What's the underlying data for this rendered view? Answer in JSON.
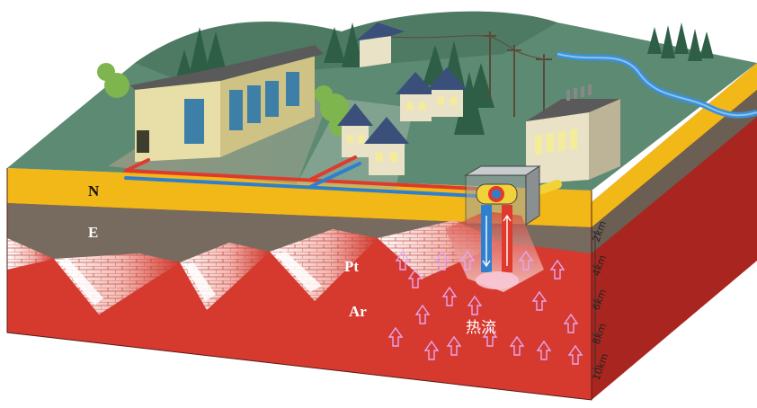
{
  "layers": {
    "n_label": "N",
    "e_label": "E",
    "pt_label": "Pt",
    "ar_label": "Ar"
  },
  "heat_flow_label": "热流",
  "depth_scale": [
    "2km",
    "4km",
    "6km",
    "8km",
    "10km"
  ],
  "colors": {
    "ground": "#5d8a72",
    "ground_light": "#7aa38e",
    "sand_layer": "#f2b817",
    "brown_layer": "#776a5e",
    "basement": "#d63a2f",
    "basement_dark": "#a8261f",
    "hot_pipe": "#e03a2c",
    "cold_pipe": "#2f7fd0",
    "river": "#3d8fd8",
    "arrow": "#e5a6ef"
  }
}
